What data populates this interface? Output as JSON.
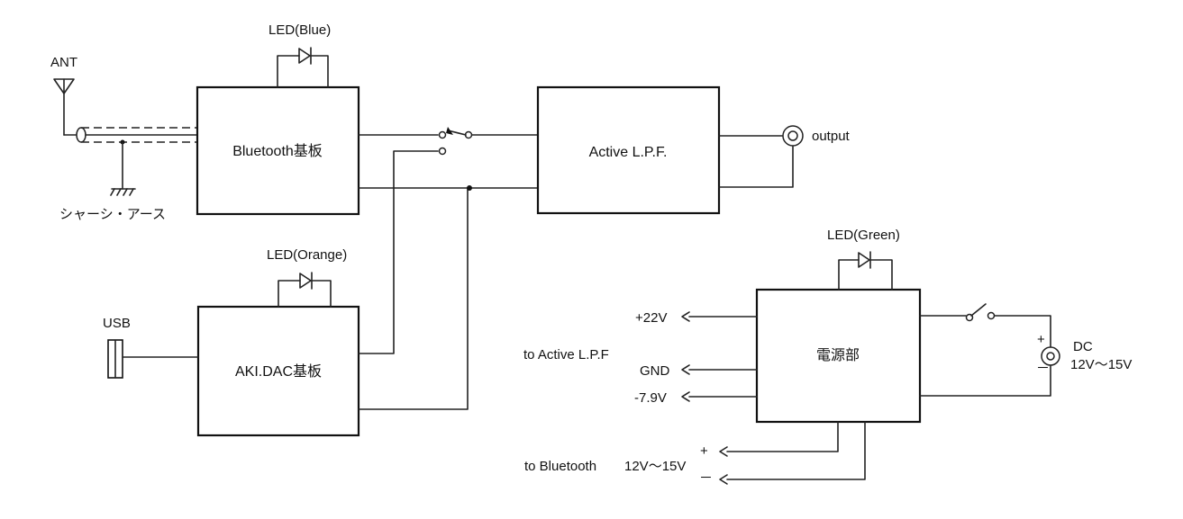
{
  "blocks": {
    "bluetooth": "Bluetooth基板",
    "dac": "AKI.DAC基板",
    "lpf": "Active L.P.F.",
    "power": "電源部"
  },
  "labels": {
    "ant": "ANT",
    "chassis_ground": "シャーシ・アース",
    "usb": "USB",
    "led_blue": "LED(Blue)",
    "led_orange": "LED(Orange)",
    "led_green": "LED(Green)",
    "output": "output",
    "to_active_lpf": "to Active L.P.F",
    "plus22": "+22V",
    "gnd": "GND",
    "minus79": "-7.9V",
    "to_bluetooth": "to Bluetooth",
    "bt_voltage": "12V～15V",
    "dc": "DC",
    "dc_voltage": "12V～15V",
    "plus": "+",
    "minus": "－"
  }
}
